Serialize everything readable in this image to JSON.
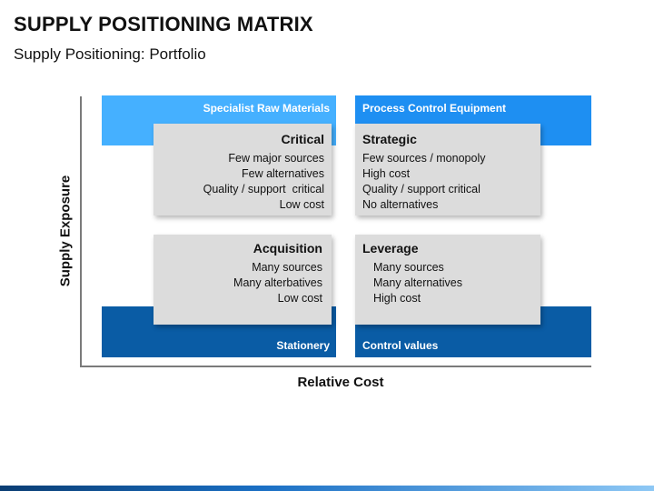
{
  "header": {
    "title": "SUPPLY POSITIONING MATRIX",
    "subtitle": "Supply Positioning: Portfolio"
  },
  "axes": {
    "y_label": "Supply Exposure",
    "x_label": "Relative Cost"
  },
  "bands": {
    "top_left": "Specialist Raw Materials",
    "top_right": "Process Control Equipment",
    "bottom_left": "Stationery",
    "bottom_right": "Control values"
  },
  "quadrants": {
    "critical": {
      "title": "Critical",
      "items": [
        "Few major sources",
        "Few alternatives",
        "Quality / support  critical",
        "Low cost"
      ]
    },
    "strategic": {
      "title": "Strategic",
      "items": [
        "Few sources / monopoly",
        "High cost",
        "Quality / support critical",
        "No alternatives"
      ]
    },
    "acquisition": {
      "title": "Acquisition",
      "items": [
        "Many sources",
        "Many alterbatives",
        "Low cost"
      ]
    },
    "leverage": {
      "title": "Leverage",
      "items": [
        "Many sources",
        "Many alternatives",
        "High cost"
      ]
    }
  },
  "colors": {
    "band_top_left": "#45b0ff",
    "band_top_right": "#1e8ff2",
    "band_bottom": "#0a5ca5",
    "card_bg": "#dcdcdc"
  }
}
